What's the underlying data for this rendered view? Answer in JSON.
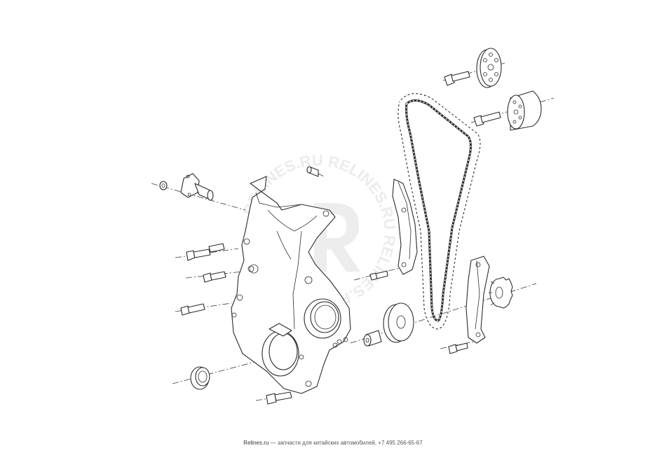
{
  "footer": {
    "site": "Relines.ru",
    "text": " — запчасти для китайских автомобилей, +7 495 266-65-67"
  },
  "watermark": {
    "text": "RELINES.RU RELINES.RU RELINES.RU"
  },
  "colors": {
    "line": "#2b2b2b",
    "watermark": "#d9d9d9",
    "background": "#ffffff"
  },
  "icons": [
    "bolt-icon",
    "timing-chain-icon",
    "sprocket-icon",
    "chain-guide-icon",
    "oil-seal-icon"
  ]
}
